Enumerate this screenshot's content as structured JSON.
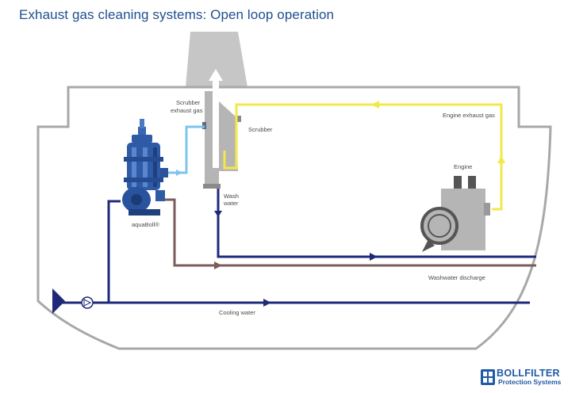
{
  "title": "Exhaust gas cleaning systems: Open loop operation",
  "labels": {
    "scrubber_exhaust_gas_line1": "Scrubber",
    "scrubber_exhaust_gas_line2": "exhaust gas",
    "scrubber": "Scrubber",
    "engine_exhaust_gas": "Engine exhaust gas",
    "engine": "Engine",
    "wash_water_line1": "Wash",
    "wash_water_line2": "water",
    "aquaboll": "aquaBoll®",
    "washwater_discharge": "Washwater discharge",
    "cooling_water": "Cooling water"
  },
  "logo": {
    "name": "BOLLFILTER",
    "tagline": "Protection Systems"
  },
  "colors": {
    "title": "#1f4f8f",
    "navy_pipe": "#1e2a78",
    "brown_pipe": "#7a5c5c",
    "yellow_pipe": "#f3e84a",
    "light_blue_pipe": "#7fc4ec",
    "hull": "#a8a8a8",
    "equipment_gray": "#b5b5b5",
    "filter_blue": "#2f5aa6"
  }
}
